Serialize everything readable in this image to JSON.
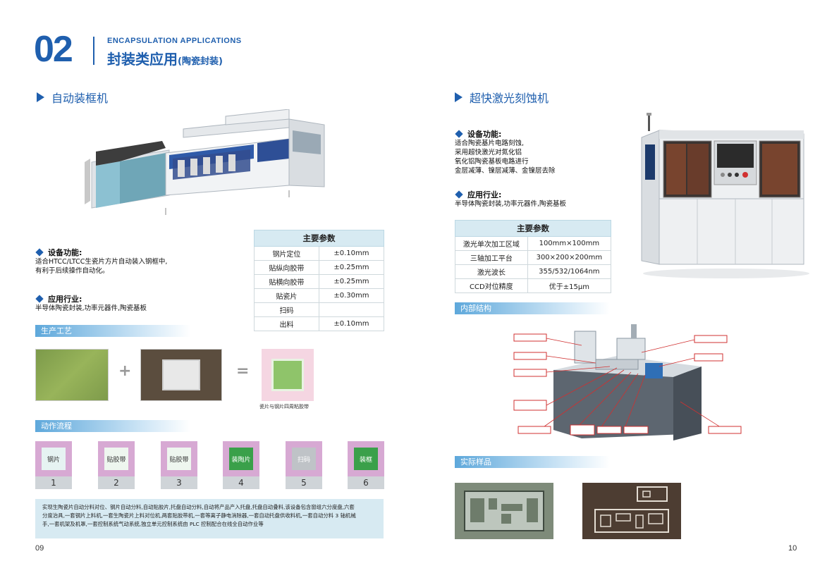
{
  "header": {
    "number": "02",
    "title_en": "ENCAPSULATION APPLICATIONS",
    "title_cn": "封装类应用",
    "title_cn_sub": "(陶瓷封装)"
  },
  "left": {
    "section_title": "自动装框机",
    "function_heading": "设备功能:",
    "function_text_1": "适合HTCC/LTCC生瓷片方片自动装入钢框中,",
    "function_text_2": "有利于后续操作自动化。",
    "industry_heading": "应用行业:",
    "industry_text": "半导体陶瓷封装,功率元器件,陶瓷基板",
    "params": {
      "title": "主要参数",
      "rows": [
        {
          "name": "钢片定位",
          "value": "±0.10mm"
        },
        {
          "name": "贴纵向胶带",
          "value": "±0.25mm"
        },
        {
          "name": "贴横向胶带",
          "value": "±0.25mm"
        },
        {
          "name": "贴瓷片",
          "value": "±0.30mm"
        },
        {
          "name": "扫码",
          "value": ""
        },
        {
          "name": "出料",
          "value": "±0.10mm"
        }
      ]
    },
    "process_band": "生产工艺",
    "process_caption": "瓷片与钢片四周粘胶带",
    "plus": "+",
    "equals": "=",
    "flow_band": "动作流程",
    "flow_steps": [
      {
        "label": "钢片",
        "num": "1"
      },
      {
        "label": "贴胶带",
        "num": "2"
      },
      {
        "label": "贴胶带",
        "num": "3"
      },
      {
        "label": "装陶片",
        "num": "4"
      },
      {
        "label": "扫码",
        "num": "5"
      },
      {
        "label": "装框",
        "num": "6"
      }
    ],
    "info_1": "实现生陶瓷片自动分料对位、钢片自动分料,自动贴胶片,托盘自动分料,自动将产品产入托盘,托盘自动叠料,该设备包含窗组六分度盘,六套",
    "info_2": "分度治具,一套钢片上料机,一套生陶瓷片上料对位机,两套贴胶带机,一套等离子静电消除器,一套自动托盘供收料机,一套自动分料 3 轴机械",
    "info_3": "手,一套机架及机罩,一套控制系统气动系统,独立单元控制系统由 PLC 控制配合在线全自动作业等",
    "page": "09"
  },
  "right": {
    "section_title": "超快激光刻蚀机",
    "function_heading": "设备功能:",
    "function_lines": [
      "适合陶瓷基片电路刻蚀,",
      "采用超快激光对氮化铝",
      "氧化铝陶瓷基板电路进行",
      "金层减薄、镍层减薄、金镍层去除"
    ],
    "industry_heading": "应用行业:",
    "industry_text": "半导体陶瓷封装,功率元器件,陶瓷基板",
    "params": {
      "title": "主要参数",
      "rows": [
        {
          "name": "激光单次加工区域",
          "value": "100mm×100mm"
        },
        {
          "name": "三轴加工平台",
          "value": "300×200×200mm"
        },
        {
          "name": "激光波长",
          "value": "355/532/1064nm"
        },
        {
          "name": "CCD对位精度",
          "value": "优于±15μm"
        }
      ]
    },
    "structure_band": "内部结构",
    "sample_band": "实际样品",
    "page": "10"
  }
}
